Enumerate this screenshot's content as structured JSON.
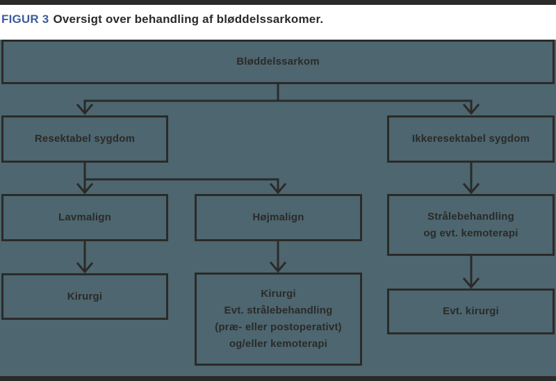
{
  "title": {
    "figure_label": "FIGUR 3",
    "text": "Oversigt over behandling af bløddelssarkomer."
  },
  "colors": {
    "page_background": "#FFFFFF",
    "figure_background": "#4D666F",
    "line_and_text": "#2B2A28",
    "figure_label_blue": "#3E5C9A"
  },
  "flowchart": {
    "nodes": {
      "root": {
        "label": "Bløddelssarkom"
      },
      "resectable": {
        "label": "Resektabel sygdom"
      },
      "unresectable": {
        "label": "Ikkeresektabel sygdom"
      },
      "low_malignant": {
        "label": "Lavmalign"
      },
      "high_malignant": {
        "label": "Højmalign"
      },
      "radiotherapy": {
        "lines": [
          "Strålebehandling",
          "og evt. kemoterapi"
        ]
      },
      "surgery": {
        "label": "Kirurgi"
      },
      "surgery_plus": {
        "lines": [
          "Kirurgi",
          "Evt. strålebehandling",
          "(præ- eller postoperativt)",
          "og/eller kemoterapi"
        ]
      },
      "optional_surgery": {
        "label": "Evt. kirurgi"
      }
    },
    "edges": [
      {
        "from": "Bløddelssarkom",
        "to": "Resektabel sygdom"
      },
      {
        "from": "Bløddelssarkom",
        "to": "Ikkeresektabel sygdom"
      },
      {
        "from": "Resektabel sygdom",
        "to": "Lavmalign"
      },
      {
        "from": "Resektabel sygdom",
        "to": "Højmalign"
      },
      {
        "from": "Ikkeresektabel sygdom",
        "to": "Strålebehandling og evt. kemoterapi"
      },
      {
        "from": "Lavmalign",
        "to": "Kirurgi"
      },
      {
        "from": "Højmalign",
        "to": "Kirurgi, evt. strålebehandling (præ- eller postoperativt) og/eller kemoterapi"
      },
      {
        "from": "Strålebehandling og evt. kemoterapi",
        "to": "Evt. kirurgi"
      }
    ]
  }
}
